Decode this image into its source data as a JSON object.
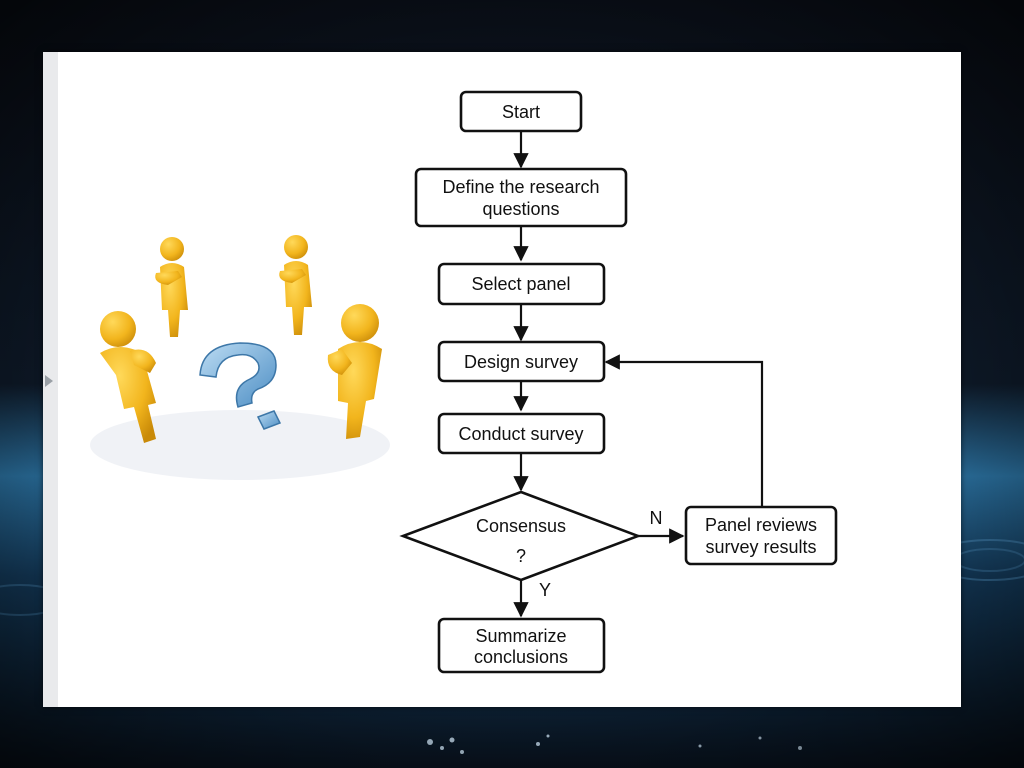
{
  "flowchart": {
    "nodes": {
      "start": {
        "lines": [
          "Start"
        ]
      },
      "define": {
        "lines": [
          "Define the research",
          "questions"
        ]
      },
      "select": {
        "lines": [
          "Select panel"
        ]
      },
      "design": {
        "lines": [
          "Design survey"
        ]
      },
      "conduct": {
        "lines": [
          "Conduct survey"
        ]
      },
      "consensus": {
        "lines": [
          "Consensus",
          "?"
        ]
      },
      "review": {
        "lines": [
          "Panel reviews",
          "survey results"
        ]
      },
      "summarize": {
        "lines": [
          "Summarize",
          "conclusions"
        ]
      }
    },
    "edge_labels": {
      "no": "N",
      "yes": "Y"
    }
  },
  "colors": {
    "figure_fill": "#f2b51d",
    "question_mark": "#6fa8d6",
    "box_stroke": "#111111"
  },
  "icons": {
    "illustration": "thinking-figures-question-mark-illustration",
    "handle": "triangle-right-icon"
  }
}
